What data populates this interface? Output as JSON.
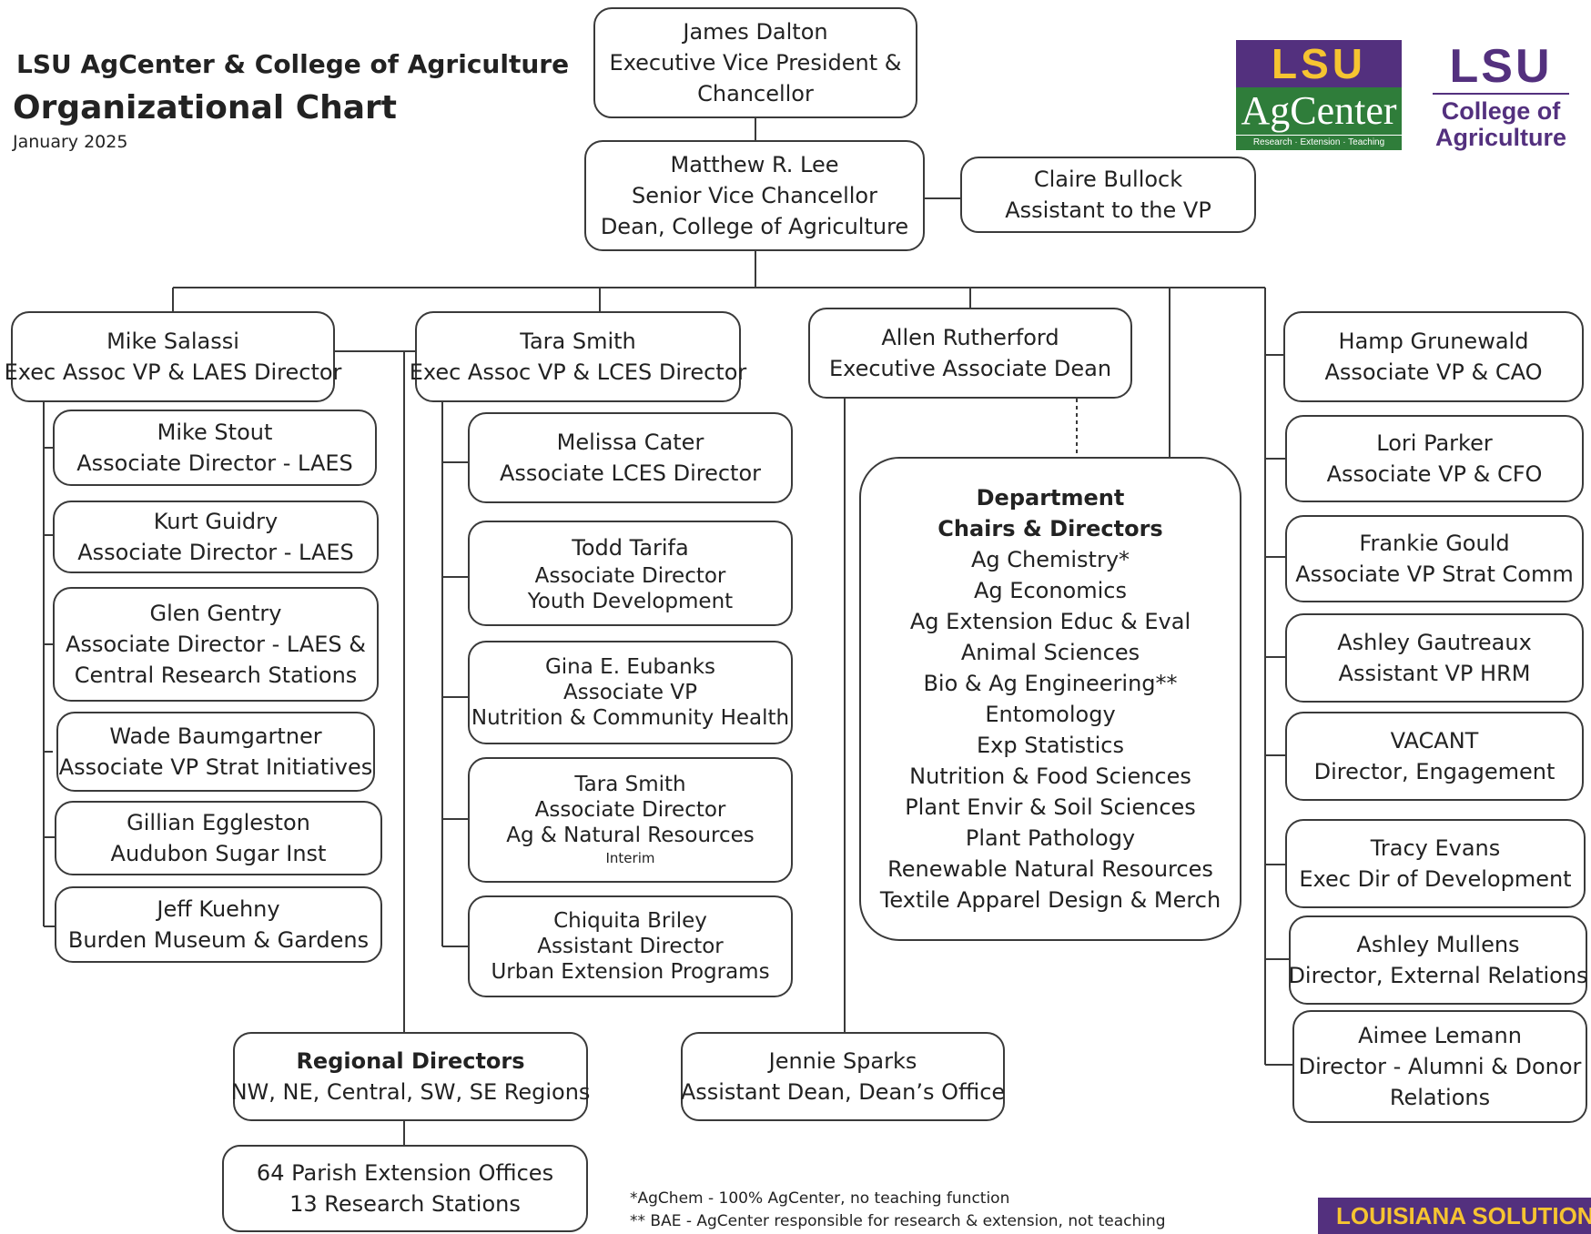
{
  "header": {
    "org": "LSU AgCenter & College of Agriculture",
    "title": "Organizational Chart",
    "date": "January 2025"
  },
  "logos": {
    "agcenter": {
      "lsu": "LSU",
      "name": "AgCenter",
      "tagline": "Research · Extension · Teaching"
    },
    "college": {
      "lsu": "LSU",
      "line1": "College of",
      "line2": "Agriculture"
    },
    "colors": {
      "purple": "#53307e",
      "gold": "#f6c431",
      "green": "#2f7d3a"
    }
  },
  "top": {
    "dalton": [
      "James Dalton",
      "Executive Vice President &",
      "Chancellor"
    ],
    "lee": [
      "Matthew R. Lee",
      "Senior Vice Chancellor",
      "Dean, College of Agriculture"
    ],
    "bullock": [
      "Claire Bullock",
      "Assistant to the VP"
    ]
  },
  "laes": {
    "head": [
      "Mike Salassi",
      "Exec Assoc VP & LAES Director"
    ],
    "reports": [
      [
        "Mike Stout",
        "Associate Director - LAES"
      ],
      [
        "Kurt Guidry",
        "Associate Director - LAES"
      ],
      [
        "Glen Gentry",
        "Associate Director - LAES &",
        "Central Research Stations"
      ],
      [
        "Wade Baumgartner",
        "Associate VP Strat Initiatives"
      ],
      [
        "Gillian Eggleston",
        "Audubon Sugar Inst"
      ],
      [
        "Jeff Kuehny",
        "Burden Museum & Gardens"
      ]
    ]
  },
  "lces": {
    "head": [
      "Tara Smith",
      "Exec Assoc VP & LCES Director"
    ],
    "reports": [
      [
        "Melissa Cater",
        "Associate LCES Director"
      ],
      [
        "Todd Tarifa",
        "Associate Director",
        "Youth Development"
      ],
      [
        "Gina E. Eubanks",
        "Associate VP",
        "Nutrition & Community Health"
      ],
      [
        "Tara Smith",
        "Associate Director",
        "Ag & Natural Resources",
        "Interim"
      ],
      [
        "Chiquita Briley",
        "Assistant Director",
        "Urban Extension Programs"
      ]
    ]
  },
  "regional": {
    "title": "Regional Directors",
    "sub": "NW, NE, Central, SW, SE Regions"
  },
  "parish": [
    "64 Parish Extension Offices",
    "13 Research Stations"
  ],
  "dean": {
    "head": [
      "Allen Rutherford",
      "Executive Associate Dean"
    ],
    "dept_title": [
      "Department",
      "Chairs & Directors"
    ],
    "departments": [
      "Ag Chemistry*",
      "Ag Economics",
      "Ag Extension Educ & Eval",
      "Animal Sciences",
      "Bio & Ag Engineering**",
      "Entomology",
      "Exp Statistics",
      "Nutrition & Food Sciences",
      "Plant Envir & Soil Sciences",
      "Plant Pathology",
      "Renewable Natural Resources",
      "Textile Apparel Design & Merch"
    ],
    "sparks": [
      "Jennie Sparks",
      "Assistant Dean, Dean’s Office"
    ]
  },
  "right": [
    [
      "Hamp Grunewald",
      "Associate VP & CAO"
    ],
    [
      "Lori Parker",
      "Associate VP & CFO"
    ],
    [
      "Frankie Gould",
      "Associate VP Strat Comm"
    ],
    [
      "Ashley Gautreaux",
      "Assistant VP HRM"
    ],
    [
      "VACANT",
      "Director, Engagement"
    ],
    [
      "Tracy Evans",
      "Exec Dir of Development"
    ],
    [
      "Ashley Mullens",
      "Director, External Relations"
    ],
    [
      "Aimee Lemann",
      "Director - Alumni & Donor",
      "Relations"
    ]
  ],
  "notes": [
    "*AgChem - 100% AgCenter, no teaching function",
    "** BAE - AgCenter responsible for research & extension, not teaching"
  ],
  "banner": "LOUISIANA SOLUTIONS"
}
